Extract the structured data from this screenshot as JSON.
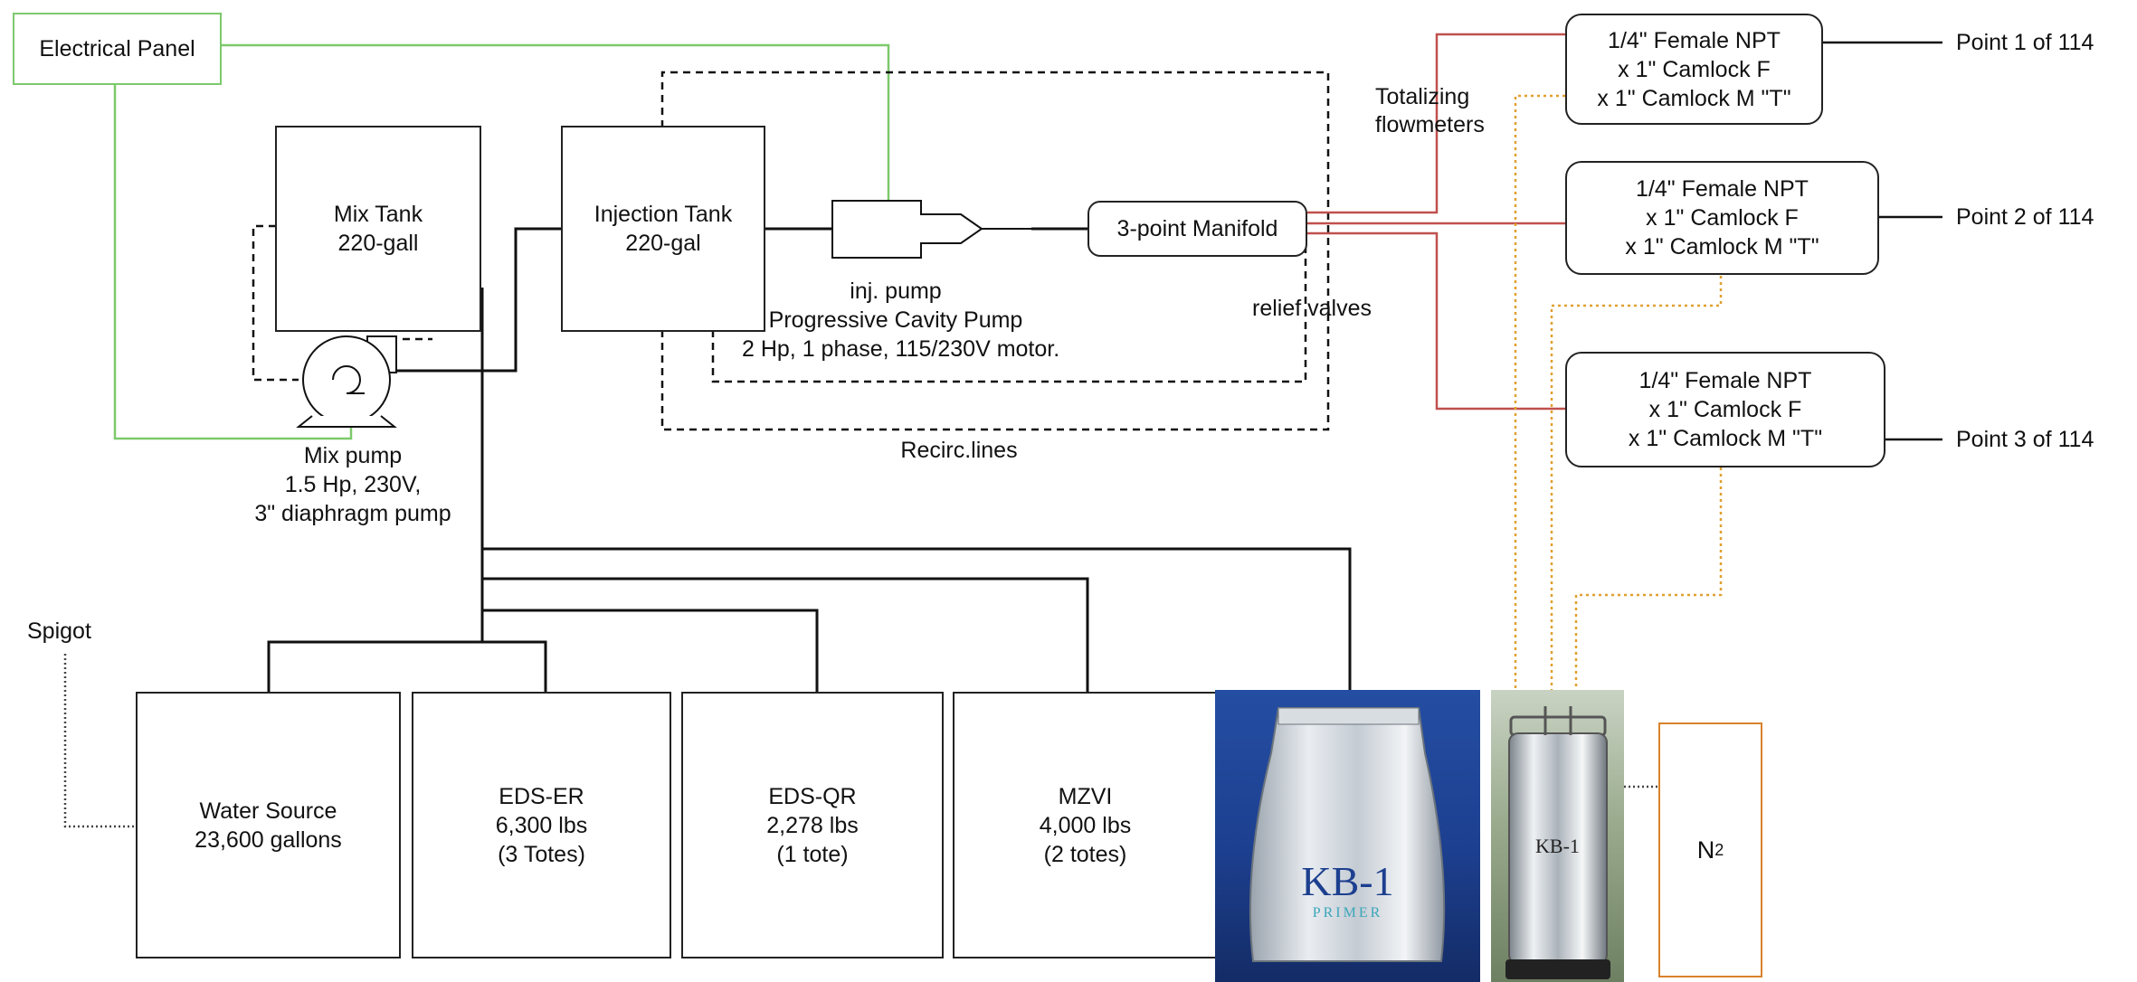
{
  "electrical_panel": "Electrical Panel",
  "mix_tank": {
    "line1": "Mix Tank",
    "line2": "220-gall"
  },
  "injection_tank": {
    "line1": "Injection Tank",
    "line2": "220-gal"
  },
  "manifold": "3-point Manifold",
  "inj_pump": {
    "line1": "inj. pump",
    "line2": "Progressive Cavity Pump",
    "line3": "2 Hp, 1 phase, 115/230V motor."
  },
  "mix_pump": {
    "line1": "Mix pump",
    "line2": "1.5 Hp, 230V,",
    "line3": "3\" diaphragm pump"
  },
  "recirc": "Recirc.lines",
  "relief": "relief valves",
  "flowmeters": {
    "line1": "Totalizing",
    "line2": "flowmeters"
  },
  "spigot": "Spigot",
  "connectors": [
    {
      "line1": "1/4\" Female NPT",
      "line2": "x 1\" Camlock F",
      "line3": "x 1\" Camlock M  \"T\"",
      "point": "Point 1 of 114"
    },
    {
      "line1": "1/4\" Female NPT",
      "line2": "x 1\" Camlock F",
      "line3": "x 1\" Camlock M  \"T\"",
      "point": "Point 2 of 114"
    },
    {
      "line1": "1/4\" Female NPT",
      "line2": "x 1\" Camlock F",
      "line3": "x 1\" Camlock M  \"T\"",
      "point": "Point 3 of 114"
    }
  ],
  "sources": [
    {
      "line1": "Water Source",
      "line2": "23,600 gallons",
      "line3": ""
    },
    {
      "line1": "EDS-ER",
      "line2": "6,300 lbs",
      "line3": "(3 Totes)"
    },
    {
      "line1": "EDS-QR",
      "line2": "2,278  lbs",
      "line3": "(1 tote)"
    },
    {
      "line1": "MZVI",
      "line2": "4,000 lbs",
      "line3": "(2 totes)"
    }
  ],
  "photo_bag": {
    "brand": "KB-1",
    "sub": "PRIMER"
  },
  "photo_keg": {
    "brand": "KB-1"
  },
  "n2": {
    "main": "N",
    "sub": "2"
  },
  "colors": {
    "power_line": "#7cc96b",
    "injection_line": "#c0504d",
    "gas_line": "#e0a030",
    "n2_box": "#d9822b",
    "photo_blue": "#1d3f8f"
  }
}
